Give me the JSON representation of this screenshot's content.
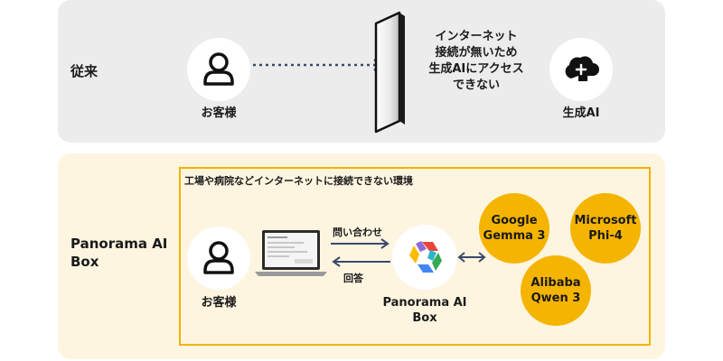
{
  "conventional": {
    "section_label": "従来",
    "customer_label": "お客様",
    "blocked_text_lines": [
      "インターネット",
      "接続が無いため",
      "生成AIにアクセス",
      "できない"
    ],
    "genai_label": "生成AI"
  },
  "panorama": {
    "section_label_lines": [
      "Panorama AI",
      "Box"
    ],
    "environment_label": "工場や病院などインターネットに接続できない環境",
    "customer_label": "お客様",
    "inquiry_label": "問い合わせ",
    "answer_label": "回答",
    "box_label_lines": [
      "Panorama AI",
      "Box"
    ],
    "models": [
      {
        "lines": [
          "Google",
          "Gemma 3"
        ]
      },
      {
        "lines": [
          "Microsoft",
          "Phi-4"
        ]
      },
      {
        "lines": [
          "Alibaba",
          "Qwen 3"
        ]
      }
    ]
  },
  "colors": {
    "top_panel": "#ececec",
    "bottom_panel": "#fdf5e0",
    "accent_yellow": "#f5b400",
    "arrow_blue": "#3b4a6b"
  }
}
